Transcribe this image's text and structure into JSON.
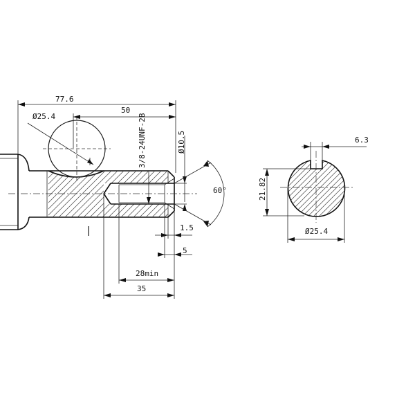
{
  "drawing": {
    "dims": {
      "overall_length": "77.6",
      "length_50": "50",
      "dia_254_side": "Ø25.4",
      "thread_spec": "3/8-24UNF-2B",
      "dia_105": "Ø10.5",
      "angle_60": "60°",
      "dim_15": "1.5",
      "dim_5": "5",
      "dim_28min": "28min",
      "dim_35": "35",
      "key_width": "6.3",
      "height_2182": "21.82",
      "dia_254_section": "Ø25.4"
    },
    "section_mark": "I",
    "colors": {
      "line": "#1a1a1a",
      "background": "#ffffff"
    }
  }
}
